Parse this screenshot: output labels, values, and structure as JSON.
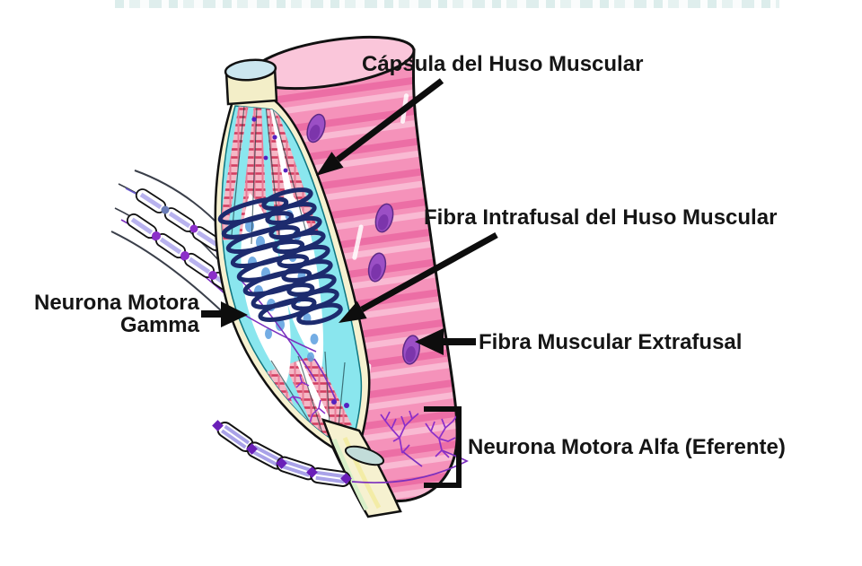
{
  "labels": {
    "capsula": "Cápsula del Huso Muscular",
    "intrafusal": "Fibra Intrafusal del Huso Muscular",
    "gamma_line1": "Neurona Motora",
    "gamma_line2": "Gamma",
    "extrafusal": "Fibra Muscular Extrafusal",
    "alfa": "Neurona Motora Alfa (Eferente)"
  },
  "colors": {
    "muscle_pink": "#F592BA",
    "muscle_stripe_dark": "#EC6EA5",
    "muscle_stripe_light": "#F9BAD3",
    "muscle_cap_pink": "#FAC6DA",
    "nucleus_purple": "#9B4FC5",
    "nucleus_core": "#7C35AB",
    "capsule_cream": "#F6F1D0",
    "spindle_cyan": "#8AE6EE",
    "cylinder_cap_blue": "#CBE6EF",
    "tendon_cut_blue": "#C2DCD9",
    "coil_navy": "#1D2B6E",
    "intrafusal_pink": "#F5B8C6",
    "intrafusal_red": "#D23F61",
    "equator_nuclei_blue": "#5C9FE0",
    "nerve_purple": "#8B2FC9",
    "myelin_lavender": "#B8B2EE",
    "outline_black": "#111111",
    "label_text": "#151515",
    "arrow_black": "#0d0d0d"
  }
}
